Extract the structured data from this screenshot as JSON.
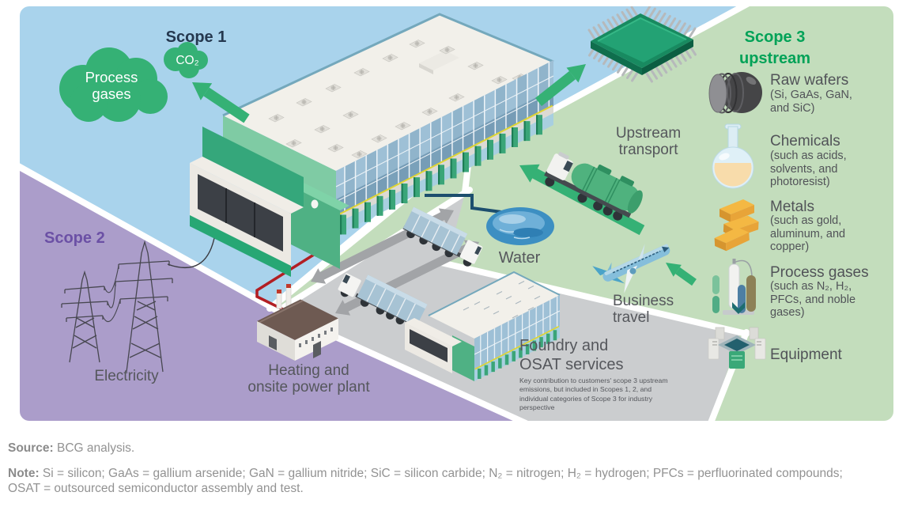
{
  "scope1": {
    "label": "Scope 1",
    "process_gases": "Process gases",
    "co2": "CO₂"
  },
  "scope2": {
    "label": "Scope 2",
    "electricity": "Electricity",
    "heating_line1": "Heating and",
    "heating_line2": "onsite power plant"
  },
  "center": {
    "water": "Water",
    "upstream_transport": "Upstream transport",
    "business_travel": "Business travel",
    "foundry_line1": "Foundry and",
    "foundry_line2": "OSAT services",
    "foundry_note": "Key contribution to customers' scope 3 upstream emissions, but included in Scopes 1, 2, and individual categories of Scope 3 for industry perspective"
  },
  "scope3": {
    "title_line1": "Scope 3",
    "title_line2": "upstream",
    "items": [
      {
        "name": "Raw wafers",
        "detail": "(Si, GaAs, GaN, and SiC)",
        "icon": "wafer-stack-icon"
      },
      {
        "name": "Chemicals",
        "detail": "(such as acids, solvents, and photoresist)",
        "icon": "flask-icon"
      },
      {
        "name": "Metals",
        "detail": "(such as gold, aluminum, and copper)",
        "icon": "gold-bars-icon"
      },
      {
        "name": "Process gases",
        "detail": "(such as N₂, H₂, PFCs, and noble gases)",
        "icon": "gas-cylinders-icon"
      },
      {
        "name": "Equipment",
        "detail": "",
        "icon": "fab-equipment-icon"
      }
    ]
  },
  "footer": {
    "source_label": "Source:",
    "source_text": " BCG analysis.",
    "note_label": "Note:",
    "note_text": " Si = silicon; GaAs = gallium arsenide; GaN = gallium nitride; SiC = silicon carbide; N₂ = nitrogen; H₂ = hydrogen; PFCs = perfluorinated compounds; OSAT = outsourced semiconductor assembly and test."
  },
  "colors": {
    "scope1_bg": "#a9d3ec",
    "scope2_bg": "#ab9dca",
    "scope3_bg": "#c3ddbc",
    "logistics_band": "#cbcdcf",
    "accent_green": "#35b175",
    "scope3_text_green": "#00a257",
    "scope1_text_navy": "#25384f",
    "scope2_text_purple": "#6b50a5",
    "label_gray": "#55575c",
    "red_power_line": "#b21e23",
    "water_pipe_blue": "#1d4e6e"
  }
}
